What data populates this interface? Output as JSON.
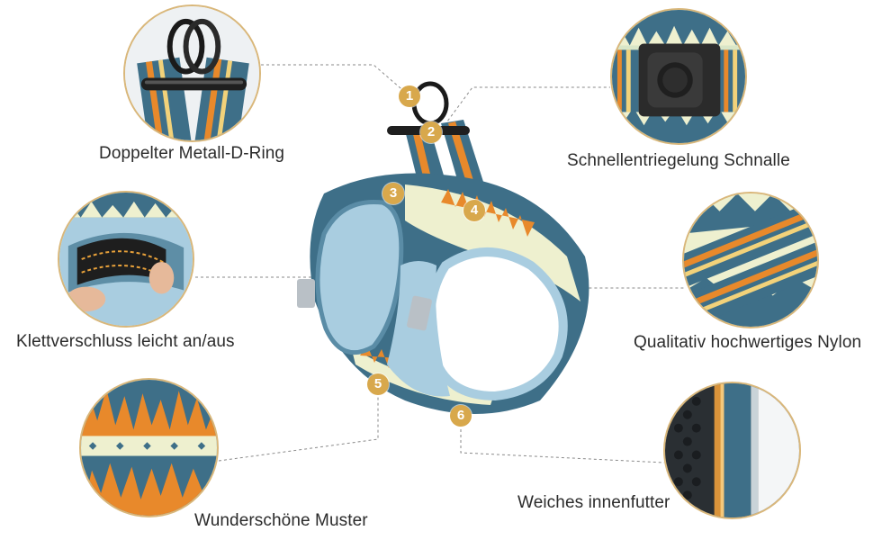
{
  "features": [
    {
      "number": "1",
      "label": "Doppelter Metall-D-Ring"
    },
    {
      "number": "2",
      "label": "Schnellentriegelung Schnalle"
    },
    {
      "number": "3",
      "label": "Klettverschluss leicht an/aus"
    },
    {
      "number": "4",
      "label": "Qualitativ hochwertiges Nylon"
    },
    {
      "number": "5",
      "label": "Wunderschöne Muster"
    },
    {
      "number": "6",
      "label": "Weiches innenfutter"
    }
  ],
  "colors": {
    "accent_gold": "#d8a84c",
    "ring_border": "#d9b77a",
    "harness_blue": "#3f6f8a",
    "stripe_orange": "#e8892b",
    "mesh_light_blue": "#a9cde0",
    "cream": "#eef0cf"
  }
}
